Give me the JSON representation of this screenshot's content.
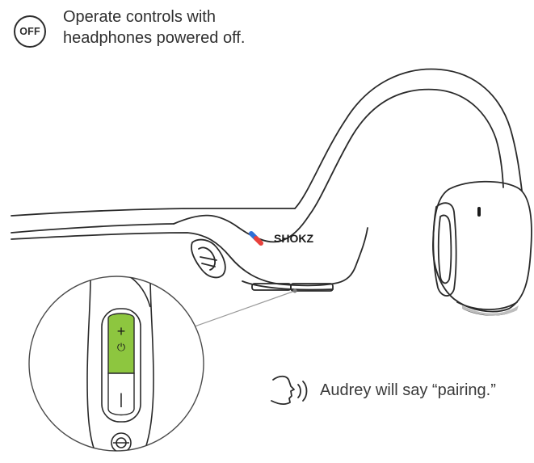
{
  "instruction": {
    "badge": "OFF",
    "line1": "Operate controls with",
    "line2": "headphones powered off."
  },
  "product": {
    "brand": "SHOKZ",
    "button_plus": "+",
    "button_power": "⏻",
    "button_minus": "|"
  },
  "voice_prompt": {
    "text": "Audrey will say “pairing.”",
    "icon": "speaking-head-icon"
  },
  "colors": {
    "button_highlight": "#8dc63f",
    "outline": "#2a2a2a",
    "logo_red": "#e8413c",
    "logo_blue": "#2f6fd6"
  }
}
